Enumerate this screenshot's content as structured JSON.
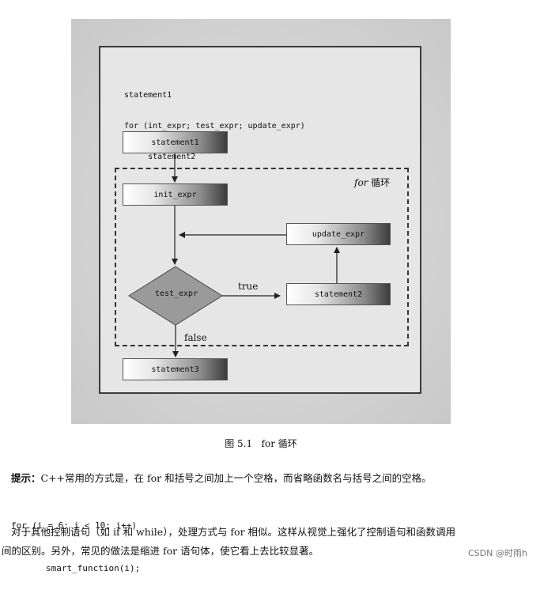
{
  "code_block": [
    "statement1",
    "for (int_expr; test_expr; update_expr)",
    "     statement2",
    "statement3"
  ],
  "loop_label": {
    "keyword": "for",
    "text": " 循环"
  },
  "nodes": {
    "statement1": "statement1",
    "init_expr": "init_expr",
    "test_expr": "test_expr",
    "update_expr": "update_expr",
    "statement2": "statement2",
    "statement3": "statement3"
  },
  "edges": {
    "true_label": "true",
    "false_label": "false"
  },
  "caption": "图 5.1   for 循环",
  "tip": {
    "label": "提示：",
    "text": "C++常用的方式是，在 for 和括号之间加上一个空格，而省略函数名与括号之间的空格。"
  },
  "code_example": [
    "for (i = 6; i < 10; i++)",
    "smart_function(i);"
  ],
  "paragraph": [
    "对于其他控制语句（如 if 和 while），处理方式与 for 相似。这样从视觉上强化了控制语句和函数调用",
    "间的区别。另外，常见的做法是缩进 for 语句体，使它看上去比较显著。"
  ],
  "watermark": "CSDN @时雨h"
}
